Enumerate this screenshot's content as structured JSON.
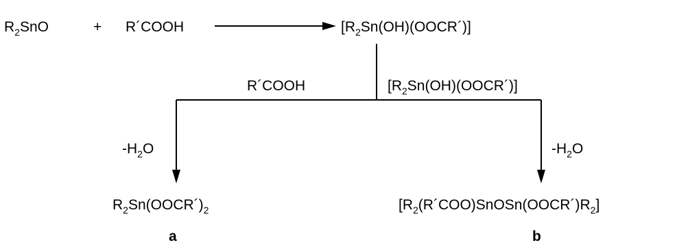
{
  "scheme": {
    "reactant1": {
      "R": "R",
      "sub": "2",
      "rest": "SnO"
    },
    "plus": "+",
    "reactant2": "R´COOH",
    "intermediate": {
      "pre": "[R",
      "sub": "2",
      "post": "Sn(OH)(OOCR´)]"
    },
    "left_reagent": "R´COOH",
    "right_reagent": {
      "pre": "[R",
      "sub": "2",
      "post": "Sn(OH)(OOCR´)]"
    },
    "left_condition": {
      "pre": "-H",
      "sub": "2",
      "post": "O"
    },
    "right_condition": {
      "pre": "-H",
      "sub": "2",
      "post": "O"
    },
    "product_a": {
      "pre": "R",
      "sub1": "2",
      "mid": "Sn(OOCR´)",
      "sub2": "2"
    },
    "product_b": {
      "pre": "[R",
      "sub1": "2",
      "mid": "(R´COO)SnOSn(OOCR´)R",
      "sub2": "2",
      "post": "]"
    },
    "label_a": "a",
    "label_b": "b"
  }
}
